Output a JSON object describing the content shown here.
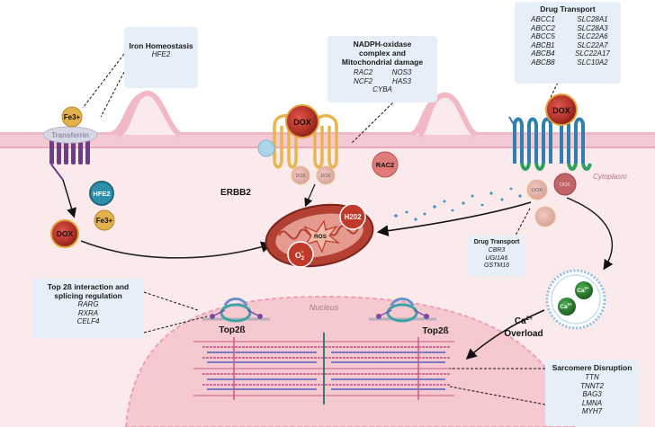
{
  "iron": {
    "title": "Iron Homeostasis",
    "genes": [
      "HFE2"
    ]
  },
  "nadph": {
    "title_lines": [
      "NADPH-oxidase",
      "complex  and",
      "Mitochondrial damage"
    ],
    "genes": [
      "RAC2",
      "NOS3",
      "NCF2",
      "HAS3",
      "CYBA"
    ]
  },
  "transport_top": {
    "title": "Drug Transport",
    "genes": [
      "ABCC1",
      "SLC28A1",
      "ABCC2",
      "SLC28A3",
      "ABCC5",
      "SLC22A6",
      "ABCB1",
      "SLC22A7",
      "ABCB4",
      "SLC22A17",
      "ABCB8",
      "SLC10A2"
    ]
  },
  "transport_mid": {
    "title": "Drug Transport",
    "genes": [
      "CBR3",
      "UGI1A6",
      "GSTM16"
    ]
  },
  "top2": {
    "title_lines": [
      "Top 2ß interaction and",
      "splicing regulation"
    ],
    "genes": [
      "RARG",
      "RXRA",
      "CELF4"
    ]
  },
  "sarcomere": {
    "title": "Sarcomere Disruption",
    "genes": [
      "TTN",
      "TNNT2",
      "BAG3",
      "LMNA",
      "MYH7"
    ]
  },
  "labels": {
    "fe3_top": "Fe3+",
    "transferrin": "Transferrin",
    "hfe2": "HFE2",
    "fe3_bottom": "Fe3+",
    "dox_left": "DOX",
    "dox_center": "DOX",
    "dox_right": "DOX",
    "dox_small_1": "DOX",
    "dox_small_2": "DOX",
    "dox_small_3": "DOX",
    "dox_small_4": "DOX",
    "rac2": "RAC2",
    "erbb2": "ERBB2",
    "h202": "H202",
    "ros": "ROS",
    "superoxide_o": "O",
    "superoxide_charge": "-",
    "superoxide_sub": "2",
    "cytoplasm": "Cytoplasm",
    "nucleus": "Nucleus",
    "top2b_left": "Top2ß",
    "top2b_right": "Top2ß",
    "ca_1": "Ca",
    "ca_1_sup": "2+",
    "ca_2": "Ca",
    "ca_2_sup": "2+",
    "ca_overload_main": "Ca",
    "ca_overload_sup": "2+",
    "ca_overload_word": "Overload"
  },
  "colors": {
    "membrane": "#f3c9d3",
    "cytoplasm_bg": "#fbeaec",
    "nucleus": "#f6c8d0",
    "box": "#e6eef8",
    "dox_red": "#c0392b",
    "transferrin_purple": "#6d3d8f",
    "erbb2_gold": "#e9b44c",
    "transporter_blue": "#2f7fb0",
    "mito_red": "#a93226"
  }
}
